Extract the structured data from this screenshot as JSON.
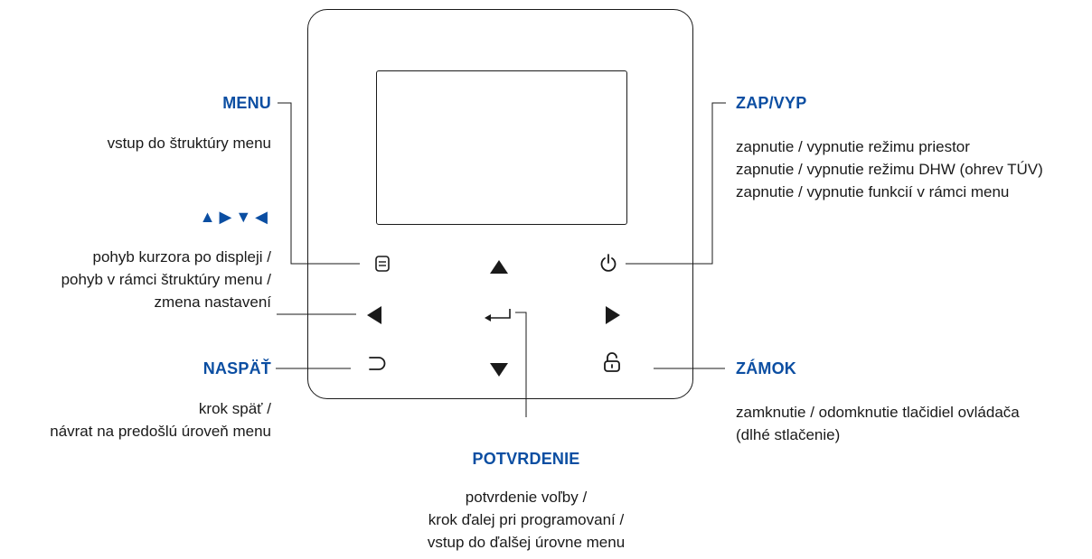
{
  "labels": {
    "menu": {
      "title": "MENU",
      "lines": [
        "vstup do štruktúry menu"
      ]
    },
    "arrows": {
      "title": "▲▶▼◀",
      "lines": [
        "pohyb kurzora po displeji /",
        "pohyb v rámci štruktúry menu /",
        "zmena nastavení"
      ]
    },
    "back": {
      "title": "NASPÄŤ",
      "lines": [
        "krok späť /",
        "návrat na predošlú úroveň menu"
      ]
    },
    "power": {
      "title": "ZAP/VYP",
      "lines": [
        "zapnutie / vypnutie režimu priestor",
        "zapnutie / vypnutie režimu DHW (ohrev TÚV)",
        "zapnutie / vypnutie funkcií v rámci menu"
      ]
    },
    "lock": {
      "title": "ZÁMOK",
      "lines": [
        "zamknutie / odomknutie tlačidiel ovládača",
        "(dlhé stlačenie)"
      ]
    },
    "confirm": {
      "title": "POTVRDENIE",
      "lines": [
        "potvrdenie voľby /",
        "krok ďalej pri programovaní /",
        "vstup do ďalšej úrovne menu"
      ]
    }
  },
  "colors": {
    "heading": "#0b4ea2",
    "text": "#1a1a1a",
    "outline": "#1a1a1a"
  },
  "icons": [
    "menu-icon",
    "up-arrow-icon",
    "power-icon",
    "left-arrow-icon",
    "enter-icon",
    "right-arrow-icon",
    "back-icon",
    "down-arrow-icon",
    "unlock-icon"
  ]
}
